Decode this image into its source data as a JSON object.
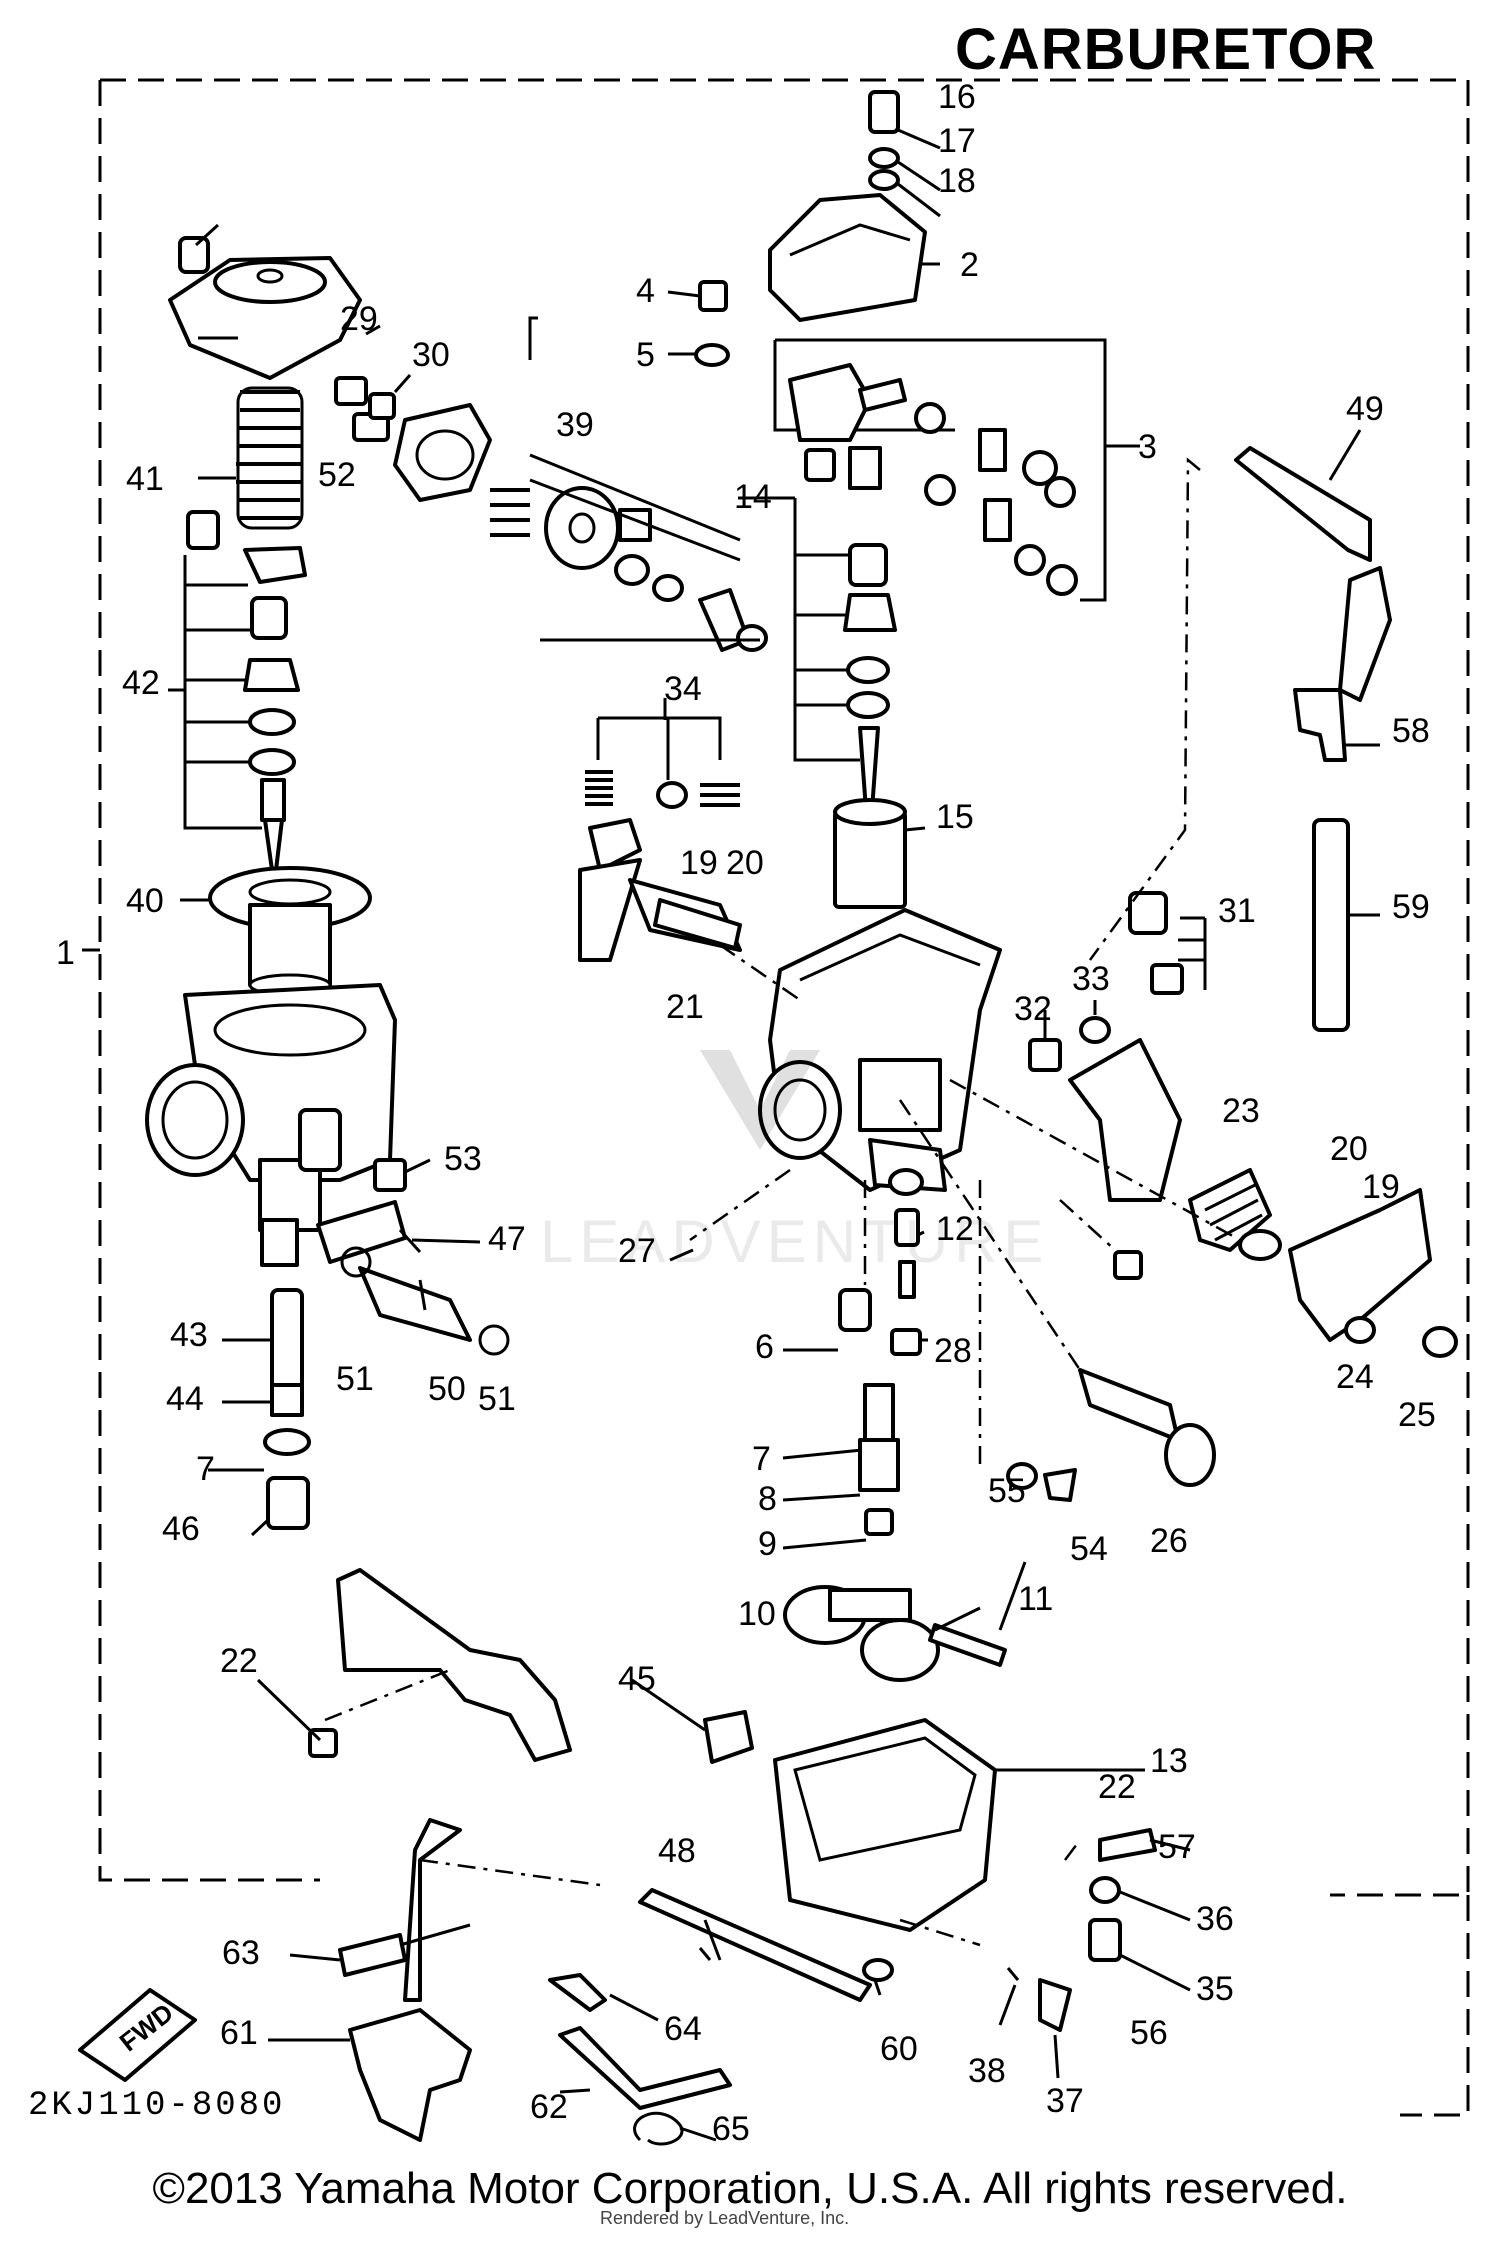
{
  "title": "CARBURETOR",
  "diagram_code": "2KJ110-8080",
  "copyright": "©2013 Yamaha Motor Corporation, U.S.A. All rights reserved.",
  "rendered_by": "Rendered by LeadVenture, Inc.",
  "watermark": "LEADVENTURE",
  "fwd_label": "FWD",
  "callouts": [
    "1",
    "2",
    "3",
    "4",
    "5",
    "6",
    "7",
    "7",
    "8",
    "9",
    "10",
    "11",
    "12",
    "13",
    "14",
    "15",
    "16",
    "17",
    "18",
    "19",
    "19",
    "20",
    "20",
    "21",
    "22",
    "22",
    "23",
    "24",
    "25",
    "26",
    "27",
    "28",
    "29",
    "30",
    "31",
    "32",
    "33",
    "34",
    "35",
    "36",
    "37",
    "38",
    "39",
    "40",
    "41",
    "42",
    "43",
    "44",
    "45",
    "46",
    "47",
    "48",
    "49",
    "50",
    "51",
    "51",
    "52",
    "53",
    "54",
    "55",
    "56",
    "57",
    "58",
    "59",
    "60",
    "61",
    "62",
    "63",
    "64",
    "65"
  ]
}
